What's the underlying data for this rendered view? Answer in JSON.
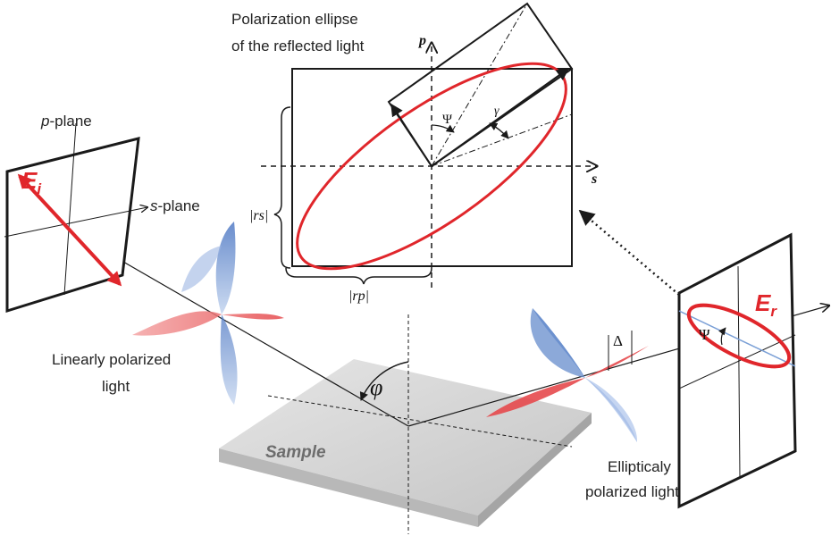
{
  "labels": {
    "ellipse_title_1": "Polarization ellipse",
    "ellipse_title_2": "of the reflected light",
    "p_axis": "p",
    "s_axis": "s",
    "psi_inner": "Ψ",
    "gamma": "γ",
    "rs": "|rs|",
    "rp": "|rp|",
    "p_plane_italic": "p",
    "p_plane_rest": "-plane",
    "s_plane_italic": "s",
    "s_plane_rest": "-plane",
    "Ei_main": "E",
    "Ei_sub": "i",
    "Er_main": "E",
    "Er_sub": "r",
    "linear_1": "Linearly polarized",
    "linear_2": "light",
    "phi": "φ",
    "sample": "Sample",
    "delta": "Δ",
    "psi_right": "Ψ",
    "elliptical_1": "Ellipticaly",
    "elliptical_2": "polarized light"
  },
  "colors": {
    "red": "#e0262b",
    "blue_wave": "#7a9fd6",
    "red_wave": "#ec6b6b",
    "line": "#1a1a1a",
    "sample_top": "#d7d7d7",
    "sample_side": "#b4b4b4"
  }
}
